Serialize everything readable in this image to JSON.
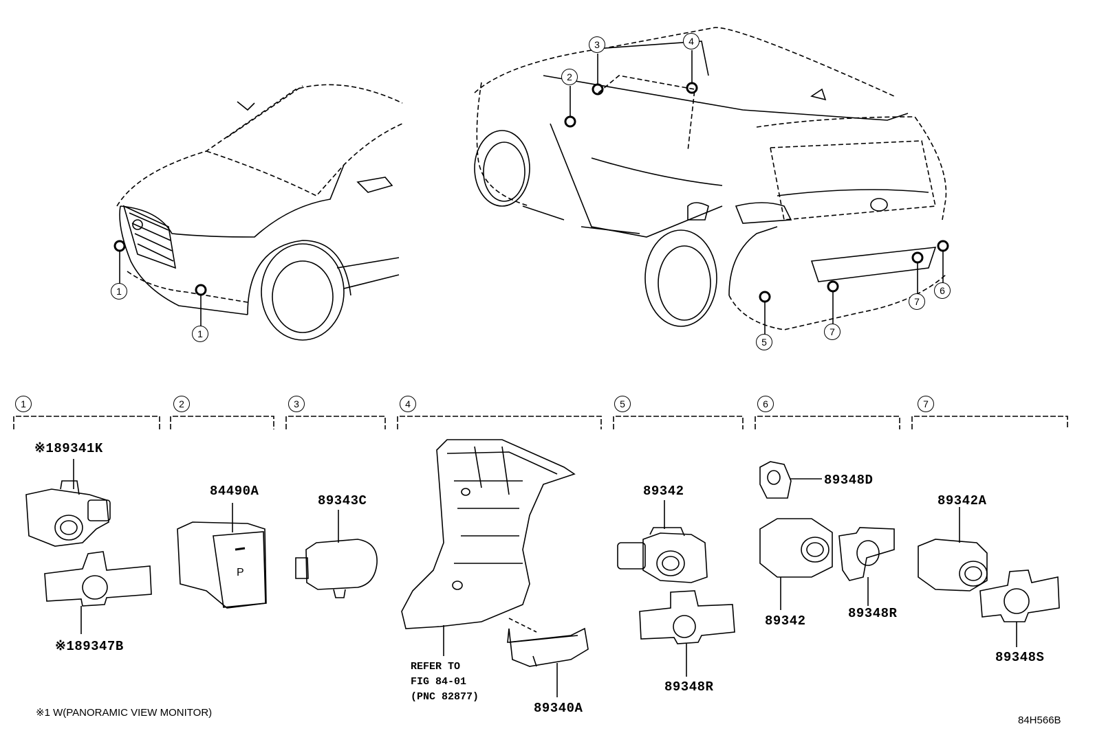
{
  "diagram_id": "84H566B",
  "footnote": "※1 W(PANORAMIC VIEW MONITOR)",
  "refer_text": "REFER TO\nFIG 84-01\n(PNC 82877)",
  "group_numbers": [
    "1",
    "2",
    "3",
    "4",
    "5",
    "6",
    "7"
  ],
  "callouts": {
    "c1_top": "1",
    "c1_bot": "1",
    "c2": "2",
    "c3": "3",
    "c4": "4",
    "c5": "5",
    "c6": "6",
    "c7_a": "7",
    "c7_b": "7"
  },
  "parts": {
    "g1_sensor": "※189341K",
    "g1_bracket": "※189347B",
    "g2_switch": "84490A",
    "g3_buzzer": "89343C",
    "g4_ecu": "89340A",
    "g5_sensor": "89342",
    "g5_bracket": "89348R",
    "g6_cover": "89348D",
    "g6_sensor": "89342",
    "g6_bracket": "89348R",
    "g7_sensor": "89342A",
    "g7_bracket": "89348S"
  }
}
